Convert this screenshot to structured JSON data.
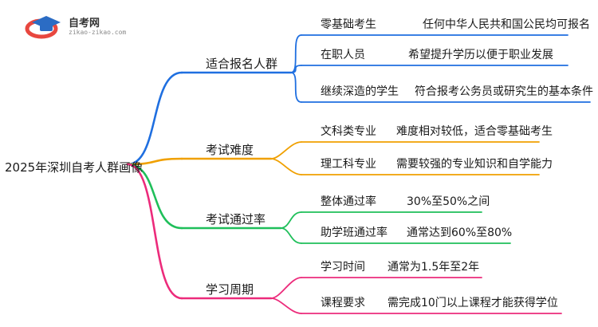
{
  "logo": {
    "site_name": "自考网",
    "url": "zikao-zikao.com",
    "colors": {
      "cap": "#2b6cc4",
      "swoosh": "#e8473f"
    }
  },
  "mindmap": {
    "root": "2025年深圳自考人群画像",
    "branches": [
      {
        "label": "适合报名人群",
        "color": "#1f6fe0",
        "children": [
          {
            "label": "零基础考生",
            "detail": "任何中华人民共和国公民均可报名"
          },
          {
            "label": "在职人员",
            "detail": "希望提升学历以便于职业发展"
          },
          {
            "label": "继续深造的学生",
            "detail": "符合报考公务员或研究生的基本条件"
          }
        ]
      },
      {
        "label": "考试难度",
        "color": "#f0a000",
        "children": [
          {
            "label": "文科类专业",
            "detail": "难度相对较低，适合零基础考生"
          },
          {
            "label": "理工科专业",
            "detail": "需要较强的专业知识和自学能力"
          }
        ]
      },
      {
        "label": "考试通过率",
        "color": "#1fbf5a",
        "children": [
          {
            "label": "整体通过率",
            "detail": "30%至50%之间"
          },
          {
            "label": "助学班通过率",
            "detail": "通常达到60%至80%"
          }
        ]
      },
      {
        "label": "学习周期",
        "color": "#ec2b7b",
        "children": [
          {
            "label": "学习时间",
            "detail": "通常为1.5年至2年"
          },
          {
            "label": "课程要求",
            "detail": "需完成10门以上课程才能获得学位"
          }
        ]
      }
    ]
  }
}
